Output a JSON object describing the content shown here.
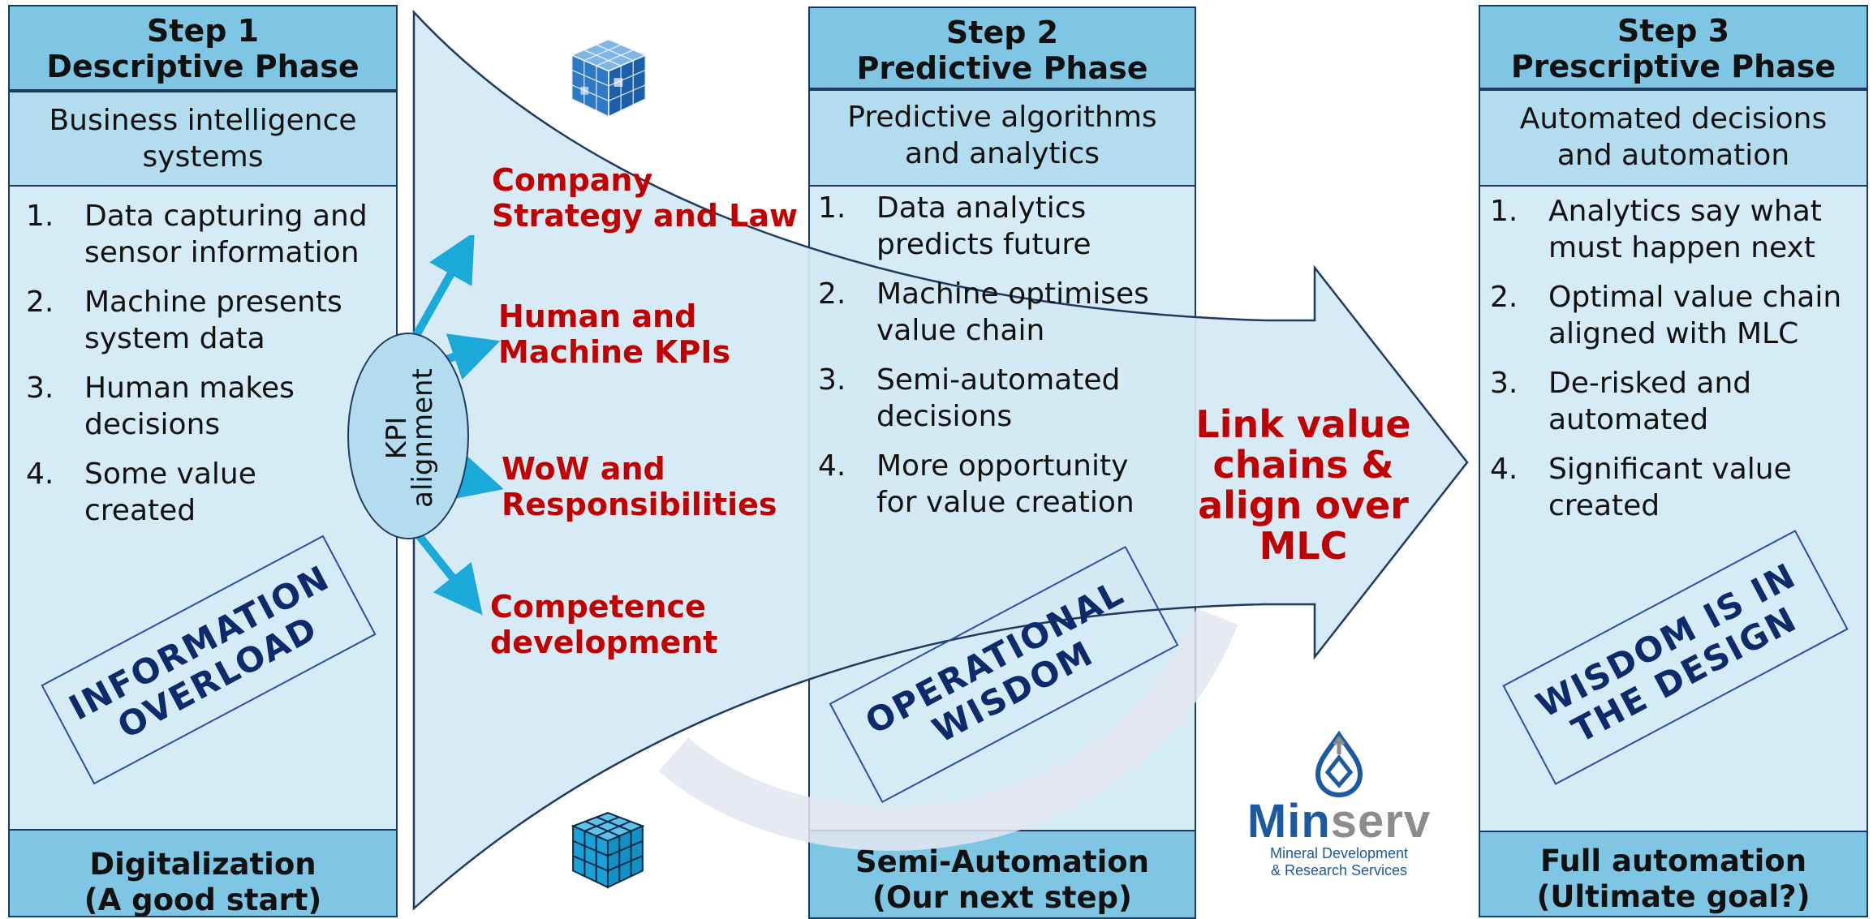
{
  "step1": {
    "header": [
      "Step 1",
      "Descriptive Phase"
    ],
    "subtitle": [
      "Business intelligence",
      "systems"
    ],
    "items": [
      {
        "num": "1.",
        "text": [
          "Data capturing and",
          "sensor information"
        ]
      },
      {
        "num": "2.",
        "text": [
          "Machine presents",
          "system data"
        ]
      },
      {
        "num": "3.",
        "text": [
          "Human makes",
          "decisions"
        ]
      },
      {
        "num": "4.",
        "text": [
          "Some value",
          "created"
        ]
      }
    ],
    "stamp": [
      "INFORMATION",
      "OVERLOAD"
    ],
    "footer": [
      "Digitalization",
      "(A good start)"
    ]
  },
  "step2": {
    "header": [
      "Step 2",
      "Predictive Phase"
    ],
    "subtitle": [
      "Predictive algorithms",
      "and analytics"
    ],
    "items": [
      {
        "num": "1.",
        "text": [
          "Data analytics",
          "predicts future"
        ]
      },
      {
        "num": "2.",
        "text": [
          "Machine optimises",
          "value chain"
        ]
      },
      {
        "num": "3.",
        "text": [
          " Semi-automated",
          "decisions"
        ]
      },
      {
        "num": "4.",
        "text": [
          "More opportunity",
          "for  value creation"
        ]
      }
    ],
    "stamp": [
      "OPERATIONAL",
      "WISDOM"
    ],
    "footer": [
      "Semi-Automation",
      "(Our next step)"
    ]
  },
  "step3": {
    "header": [
      "Step 3",
      "Prescriptive Phase"
    ],
    "subtitle": [
      "Automated decisions",
      "and automation"
    ],
    "items": [
      {
        "num": "1.",
        "text": [
          "Analytics say what",
          "must happen next"
        ]
      },
      {
        "num": "2.",
        "text": [
          "Optimal value chain",
          "aligned with MLC"
        ]
      },
      {
        "num": "3.",
        "text": [
          "De-risked and",
          "automated"
        ]
      },
      {
        "num": "4.",
        "text": [
          "Significant value",
          "created"
        ]
      }
    ],
    "stamp": [
      "WISDOM IS IN",
      "THE DESIGN"
    ],
    "footer": [
      "Full automation",
      "(Ultimate goal?)"
    ]
  },
  "kpi": {
    "label": [
      "KPI",
      "alignment"
    ],
    "branches": [
      [
        "Company",
        "Strategy and Law"
      ],
      [
        "Human and",
        "Machine KPIs"
      ],
      [
        "WoW and",
        "Responsibilities"
      ],
      [
        "Competence",
        "development"
      ]
    ]
  },
  "arrow_text": [
    "Link value",
    "chains &",
    "align over",
    "MLC"
  ],
  "logo": {
    "name_part1": "Min",
    "name_part2": "serv",
    "tagline": [
      "Mineral Development",
      "& Research Services"
    ]
  },
  "colors": {
    "header_blue": "#7ec6e4",
    "subtitle_blue": "#b3dcee",
    "body_blue": "#d5ebf5",
    "border_navy": "#1f3a5f",
    "highlight_red": "#c00000",
    "stamp_navy": "#0d2a6b",
    "kpi_arrow": "#1aa9d8"
  }
}
